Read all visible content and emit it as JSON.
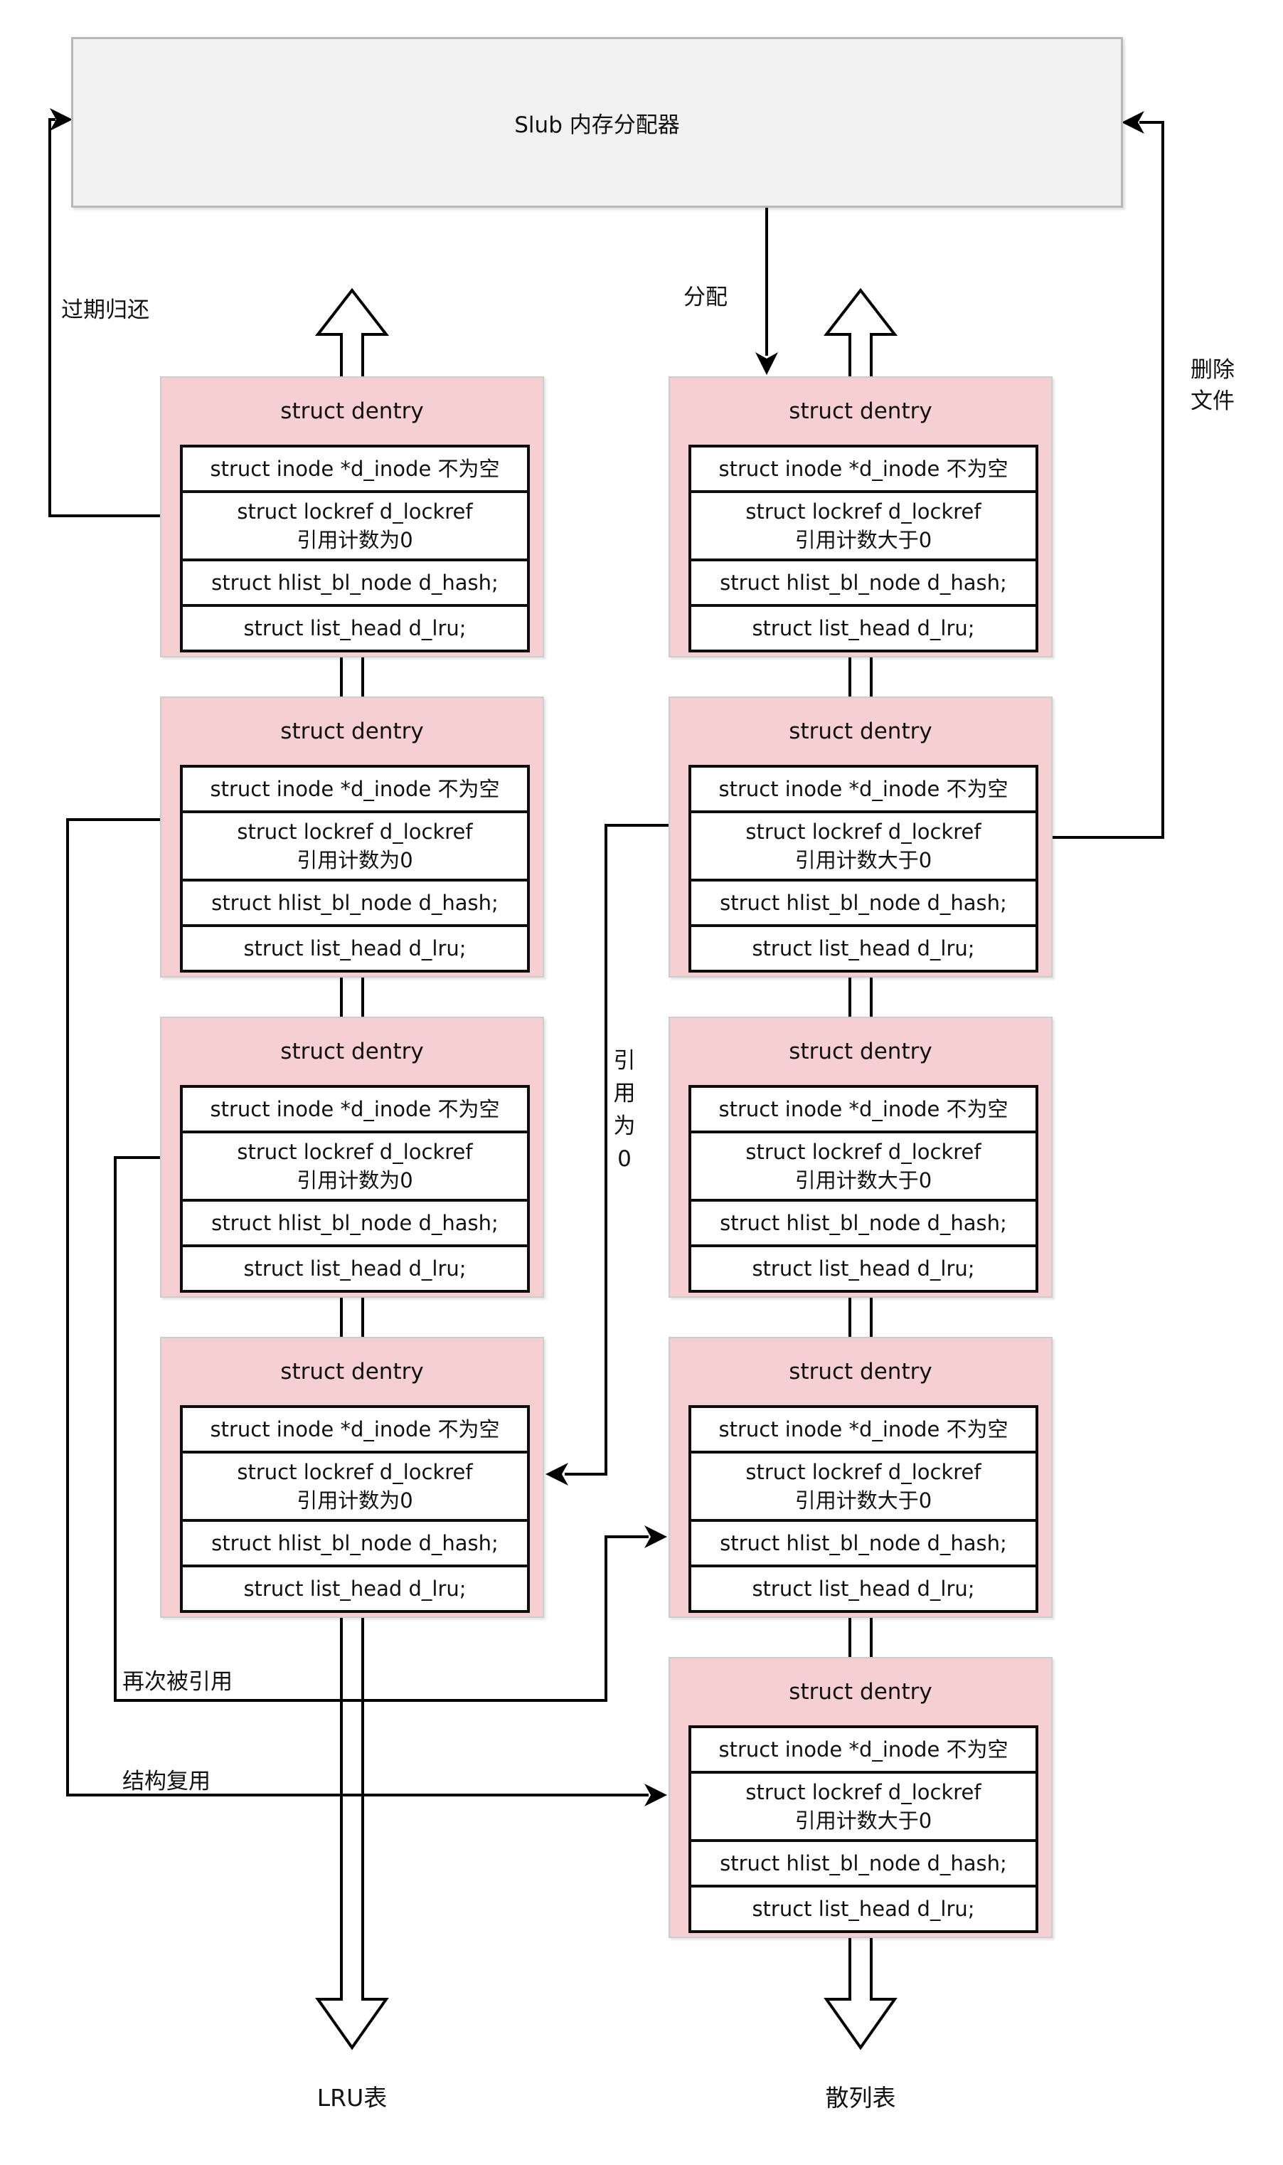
{
  "diagram": {
    "allocator_title": "Slub 内存分配器",
    "dentry": {
      "header": "struct dentry",
      "inode_row": "struct inode *d_inode 不为空",
      "lockref_row_line1": "struct lockref d_lockref",
      "lockref_zero": "引用计数为0",
      "lockref_positive": "引用计数大于0",
      "hash_row": "struct hlist_bl_node d_hash;",
      "lru_row": "struct list_head d_lru;"
    },
    "labels": {
      "expired_return": "过期归还",
      "allocate": "分配",
      "delete_file": "删除\n文件",
      "ref_becomes_zero": "引\n用\n为\n0",
      "referenced_again": "再次被引用",
      "structure_reuse": "结构复用",
      "lru_list": "LRU表",
      "hash_table": "散列表"
    },
    "colors": {
      "dentry_fill": "#f6cfd2",
      "allocator_fill": "#f1f1f1",
      "allocator_border": "#b8b8b8",
      "line": "#000000"
    }
  }
}
